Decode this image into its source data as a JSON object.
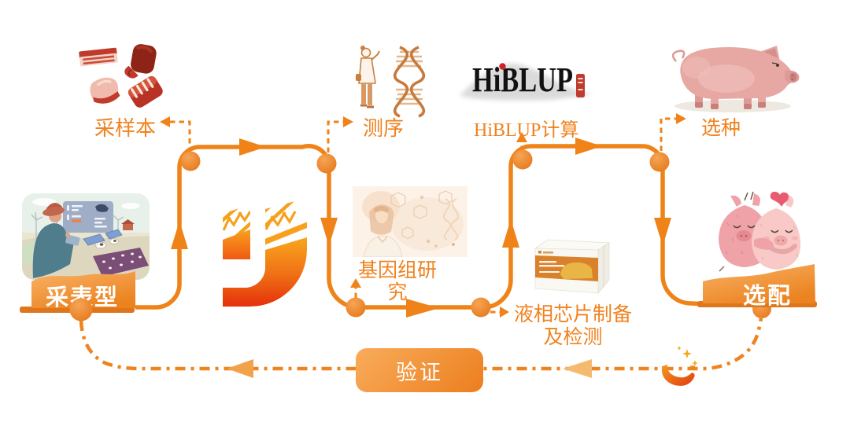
{
  "labels": {
    "collect_phenotype": "采表型",
    "collect_sample": "采样本",
    "sequencing": "测序",
    "genome_research": "基因组研究",
    "chip_prep": "液相芯片制备及检测",
    "hiblup_compute": "HiBLUP计算",
    "selection": "选种",
    "mating": "选配",
    "validation": "验证",
    "hiblup_logo": "HiBLUP"
  },
  "flow": {
    "order": [
      "采表型",
      "采样本",
      "测序",
      "基因组研究",
      "液相芯片制备及检测",
      "HiBLUP计算",
      "选种",
      "选配",
      "验证"
    ],
    "loop": true
  },
  "colors": {
    "flow_line": "#EF8318",
    "label_text": "#F0821F",
    "node": "#E5791C",
    "banner_gradient_start": "#F9B266",
    "banner_gradient_end": "#EB8320",
    "logo_gradient_start": "#F8A61E",
    "logo_gradient_end": "#E5300B",
    "hiblup_text": "#111111",
    "hiblup_seal": "#BF3B2B"
  }
}
